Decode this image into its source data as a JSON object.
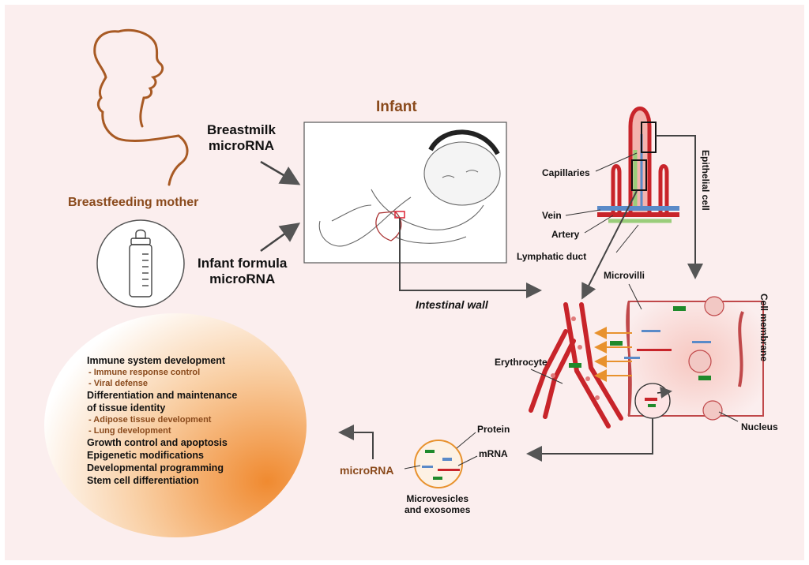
{
  "labels": {
    "mother": "Breastfeeding mother",
    "breastmilk_line1": "Breastmilk",
    "breastmilk_line2": "microRNA",
    "formula_line1": "Infant formula",
    "formula_line2": "microRNA",
    "infant": "Infant",
    "intestinal_wall": "Intestinal wall",
    "capillaries": "Capillaries",
    "vein": "Vein",
    "artery": "Artery",
    "lymphatic_duct": "Lymphatic duct",
    "epithelial_cell": "Epithelial cell",
    "microvilli": "Microvilli",
    "cell_membrane": "Cell membrane",
    "erythrocyte": "Erythrocyte",
    "nucleus": "Nucleus",
    "protein": "Protein",
    "mrna": "mRNA",
    "microrna": "microRNA",
    "vesicles_line1": "Microvesicles",
    "vesicles_line2": "and exosomes"
  },
  "effects": [
    {
      "text": "Immune system development",
      "type": "main"
    },
    {
      "text": "- Immune response control",
      "type": "sub"
    },
    {
      "text": "- Viral defense",
      "type": "sub"
    },
    {
      "text": "Differentiation and maintenance",
      "type": "main"
    },
    {
      "text": "of tissue identity",
      "type": "main"
    },
    {
      "text": "- Adipose tissue development",
      "type": "sub"
    },
    {
      "text": "- Lung development",
      "type": "sub"
    },
    {
      "text": "Growth control and apoptosis",
      "type": "main"
    },
    {
      "text": "Epigenetic modifications",
      "type": "main"
    },
    {
      "text": "Developmental programming",
      "type": "main"
    },
    {
      "text": "Stem cell differentiation",
      "type": "main"
    }
  ],
  "colors": {
    "background": "#fbeeee",
    "accent_brown": "#8a4a1c",
    "vessel_red": "#c8242a",
    "arrow_gray": "#555555",
    "orange_glow": "#f39a4a",
    "green_rna": "#1f8a2b",
    "blue_rna": "#5a8ac8"
  }
}
